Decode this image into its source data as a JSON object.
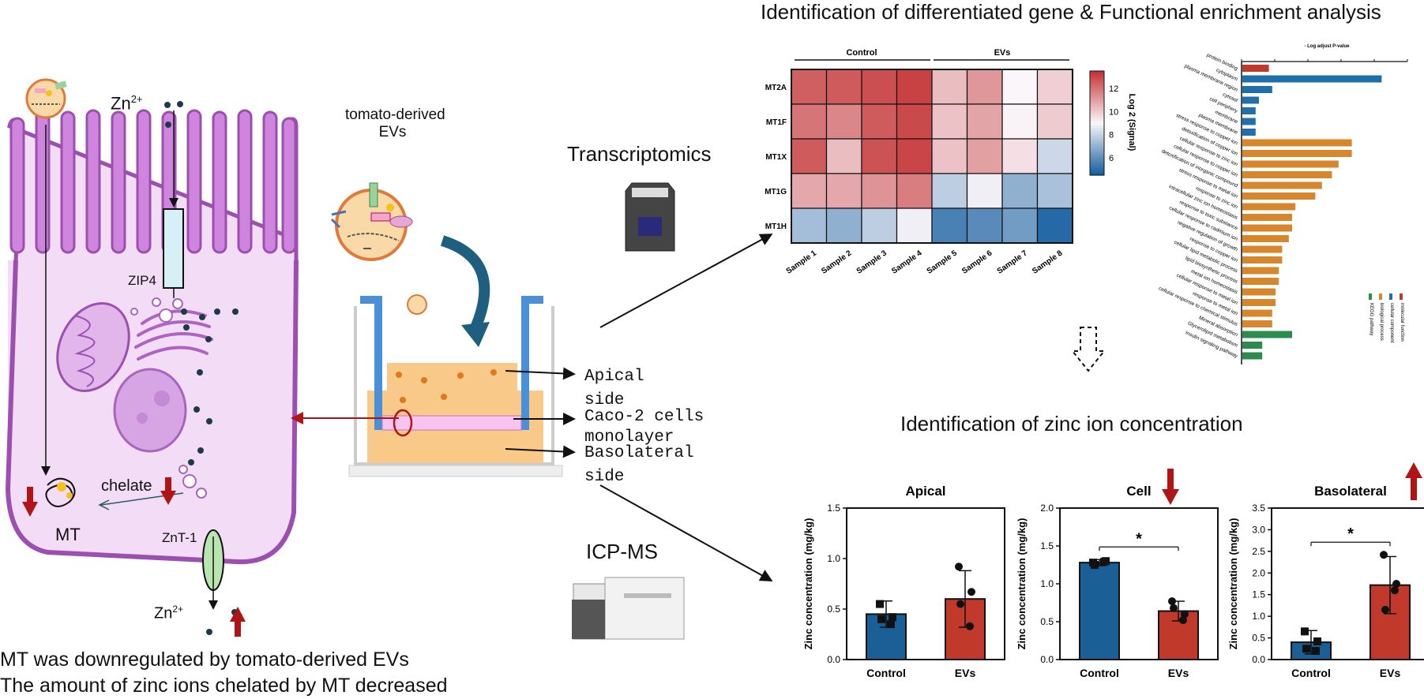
{
  "left_cell": {
    "zn_top": "Zn",
    "zn_top_sup": "2+",
    "zip4": "ZIP4",
    "chelate": "chelate",
    "mt": "MT",
    "znt1": "ZnT-1",
    "zn_bottom": "Zn",
    "zn_bottom_sup": "2+",
    "caption_line1": "MT was downregulated by tomato-derived EVs",
    "caption_line2": "The amount of zinc ions chelated by MT decreased"
  },
  "middle": {
    "evs_label_line1": "tomato-derived",
    "evs_label_line2": "EVs",
    "apical_line1": "Apical",
    "apical_line2": "side",
    "caco_line1": "Caco-2 cells",
    "caco_line2": "monolayer",
    "baso_line1": "Basolateral",
    "baso_line2": "side",
    "transcriptomics": "Transcriptomics",
    "icpms": "ICP-MS"
  },
  "top_title": "Identification of differentiated gene & Functional enrichment analysis",
  "bottom_title": "Identification of zinc ion concentration",
  "heatmap": {
    "group_control": "Control",
    "group_evs": "EVs",
    "genes": [
      "MT2A",
      "MT1F",
      "MT1X",
      "MT1G",
      "MT1H"
    ],
    "samples": [
      "Sample 1",
      "Sample 2",
      "Sample 3",
      "Sample 4",
      "Sample 5",
      "Sample 6",
      "Sample 7",
      "Sample 8"
    ],
    "values": [
      [
        12.5,
        12.6,
        12.9,
        13.2,
        10.3,
        11.2,
        9.0,
        9.9
      ],
      [
        12.0,
        11.6,
        12.6,
        13.0,
        10.2,
        10.9,
        9.1,
        10.0
      ],
      [
        12.6,
        10.3,
        12.8,
        13.1,
        10.2,
        11.0,
        9.5,
        8.1
      ],
      [
        10.8,
        10.8,
        11.3,
        11.8,
        7.8,
        8.8,
        6.9,
        7.4
      ],
      [
        7.3,
        6.9,
        7.8,
        8.8,
        5.5,
        5.8,
        6.3,
        4.8
      ]
    ],
    "colorbar_label": "Log 2 (Signal)",
    "colorbar_ticks": [
      "12",
      "10",
      "8",
      "6"
    ]
  },
  "enrichment": {
    "axis_label": "- Log adjust P-value",
    "terms": [
      "protein binding",
      "cytoplasm",
      "plasma membrane region",
      "cytosol",
      "cell periphery",
      "membrane",
      "plasma membrane",
      "stress response to copper ion",
      "detoxification of copper ion",
      "cellular response to zinc ion",
      "cellular response to copper ion",
      "detoxification of inorganic compound",
      "stress response to metal ion",
      "response to zinc ion",
      "intracellular zinc ion homeostasis",
      "response to toxic substance",
      "cellular response to cadmium ion",
      "negative regulation of growth",
      "response to copper ion",
      "cellular lipid metabolic process",
      "lipid biosynthetic process",
      "metal ion homeostasis",
      "cellular response to metal ion",
      "response to metal ion",
      "cellular response to chemical stimulus",
      "Mineral absorption",
      "Glycerolipid metabolism",
      "Insulin signaling pathway"
    ],
    "values": [
      0.8,
      4.2,
      0.9,
      0.5,
      0.4,
      0.4,
      0.4,
      3.3,
      3.3,
      2.9,
      2.7,
      2.4,
      2.2,
      1.6,
      1.5,
      1.5,
      1.4,
      1.2,
      1.2,
      1.1,
      1.1,
      1.0,
      1.0,
      0.9,
      0.9,
      1.5,
      0.6,
      0.6
    ],
    "categories": [
      "mf",
      "cc",
      "cc",
      "cc",
      "cc",
      "cc",
      "cc",
      "bp",
      "bp",
      "bp",
      "bp",
      "bp",
      "bp",
      "bp",
      "bp",
      "bp",
      "bp",
      "bp",
      "bp",
      "bp",
      "bp",
      "bp",
      "bp",
      "bp",
      "bp",
      "kegg",
      "kegg",
      "kegg"
    ],
    "legend": [
      "molecular function",
      "cellular component",
      "biological process",
      "KEGG pathway"
    ],
    "colors": {
      "mf": "#c0392b",
      "cc": "#1f6fad",
      "bp": "#d8862b",
      "kegg": "#2e8b4e"
    }
  },
  "chart_data": [
    {
      "type": "bar",
      "title": "Apical",
      "ylabel": "Zinc concentration (mg/kg)",
      "categories": [
        "Control",
        "EVs"
      ],
      "values": [
        0.45,
        0.6
      ],
      "sd": [
        0.13,
        0.28
      ],
      "points": [
        [
          0.55,
          0.42,
          0.4,
          0.35
        ],
        [
          0.92,
          0.67,
          0.55,
          0.33
        ]
      ],
      "ylim": [
        0,
        1.5
      ],
      "yticks": [
        "0.0",
        "0.5",
        "1.0",
        "1.5"
      ],
      "significance": "",
      "arrow": ""
    },
    {
      "type": "bar",
      "title": "Cell",
      "ylabel": "Zinc concentration (mg/kg)",
      "categories": [
        "Control",
        "EVs"
      ],
      "values": [
        1.28,
        0.64
      ],
      "sd": [
        0.04,
        0.13
      ],
      "points": [
        [
          1.28,
          1.3,
          1.25,
          1.29
        ],
        [
          0.77,
          0.6,
          0.68,
          0.52
        ]
      ],
      "ylim": [
        0,
        2.0
      ],
      "yticks": [
        "0.0",
        "0.5",
        "1.0",
        "1.5",
        "2.0"
      ],
      "significance": "*",
      "arrow": "down"
    },
    {
      "type": "bar",
      "title": "Basolateral",
      "ylabel": "Zinc concentration (mg/kg)",
      "categories": [
        "Control",
        "EVs"
      ],
      "values": [
        0.4,
        1.72
      ],
      "sd": [
        0.27,
        0.66
      ],
      "points": [
        [
          0.65,
          0.42,
          0.25,
          0.2
        ],
        [
          2.42,
          1.75,
          1.15,
          1.6
        ]
      ],
      "ylim": [
        0,
        3.5
      ],
      "yticks": [
        "0.0",
        "0.5",
        "1.0",
        "1.5",
        "2.0",
        "2.5",
        "3.0",
        "3.5"
      ],
      "significance": "*",
      "arrow": "up"
    }
  ],
  "colors": {
    "control_bar": "#1a5f96",
    "evs_bar": "#c0392b",
    "arrow_red": "#b01515",
    "cell_purple": "#9c4fb0",
    "cell_fill": "#f3dcf6",
    "insert_blue": "#4a90d9",
    "medium_orange": "#f9c98a"
  }
}
